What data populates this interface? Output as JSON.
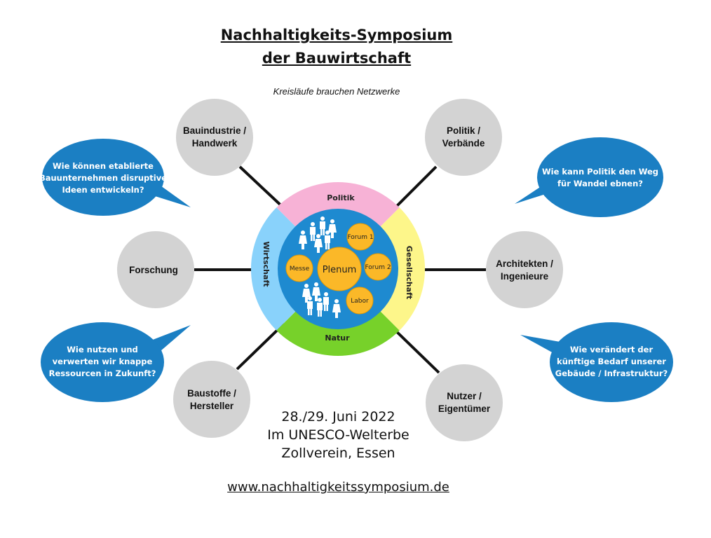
{
  "header": {
    "title_line1": "Nachhaltigkeits-Symposium",
    "title_line2": "der Bauwirtschaft",
    "subtitle": "Kreisläufe brauchen Netzwerke"
  },
  "nodes": {
    "bauindustrie": [
      "Bauindustrie /",
      "Handwerk"
    ],
    "politik": [
      "Politik /",
      "Verbände"
    ],
    "forschung": [
      "Forschung"
    ],
    "architekten": [
      "Architekten /",
      "Ingenieure"
    ],
    "baustoffe": [
      "Baustoffe /",
      "Hersteller"
    ],
    "nutzer": [
      "Nutzer /",
      "Eigentümer"
    ]
  },
  "bubbles": {
    "top_left": [
      "Wie können etablierte",
      "Bauunternehmen disruptive",
      "Ideen entwickeln?"
    ],
    "top_right": [
      "Wie kann Politik den Weg",
      "für Wandel ebnen?"
    ],
    "bottom_left": [
      "Wie nutzen und",
      "verwerten wir knappe",
      "Ressourcen in Zukunft?"
    ],
    "bottom_right": [
      "Wie verändert der",
      "künftige Bedarf unserer",
      "Gebäude / Infrastruktur?"
    ]
  },
  "ring": {
    "top": "Politik",
    "right": "Gesellschaft",
    "bottom": "Natur",
    "left": "Wirtschaft"
  },
  "center": {
    "plenum": "Plenum",
    "forum1": "Forum 1",
    "forum2": "Forum 2",
    "messe": "Messe",
    "labor": "Labor"
  },
  "event": {
    "date": "28./29. Juni 2022",
    "venue": "Im UNESCO-Welterbe",
    "location": "Zollverein, Essen"
  },
  "website": "www.nachhaltigkeitssymposium.de",
  "colors": {
    "node_gray": "#d3d3d3",
    "bubble_blue": "#1b7fc3",
    "ring_pink": "#f7b2d6",
    "ring_yellow": "#fdf68a",
    "ring_green": "#77d12a",
    "ring_blue": "#89d2fb",
    "center_blue": "#1e8ad0",
    "orange": "#fbb828"
  }
}
